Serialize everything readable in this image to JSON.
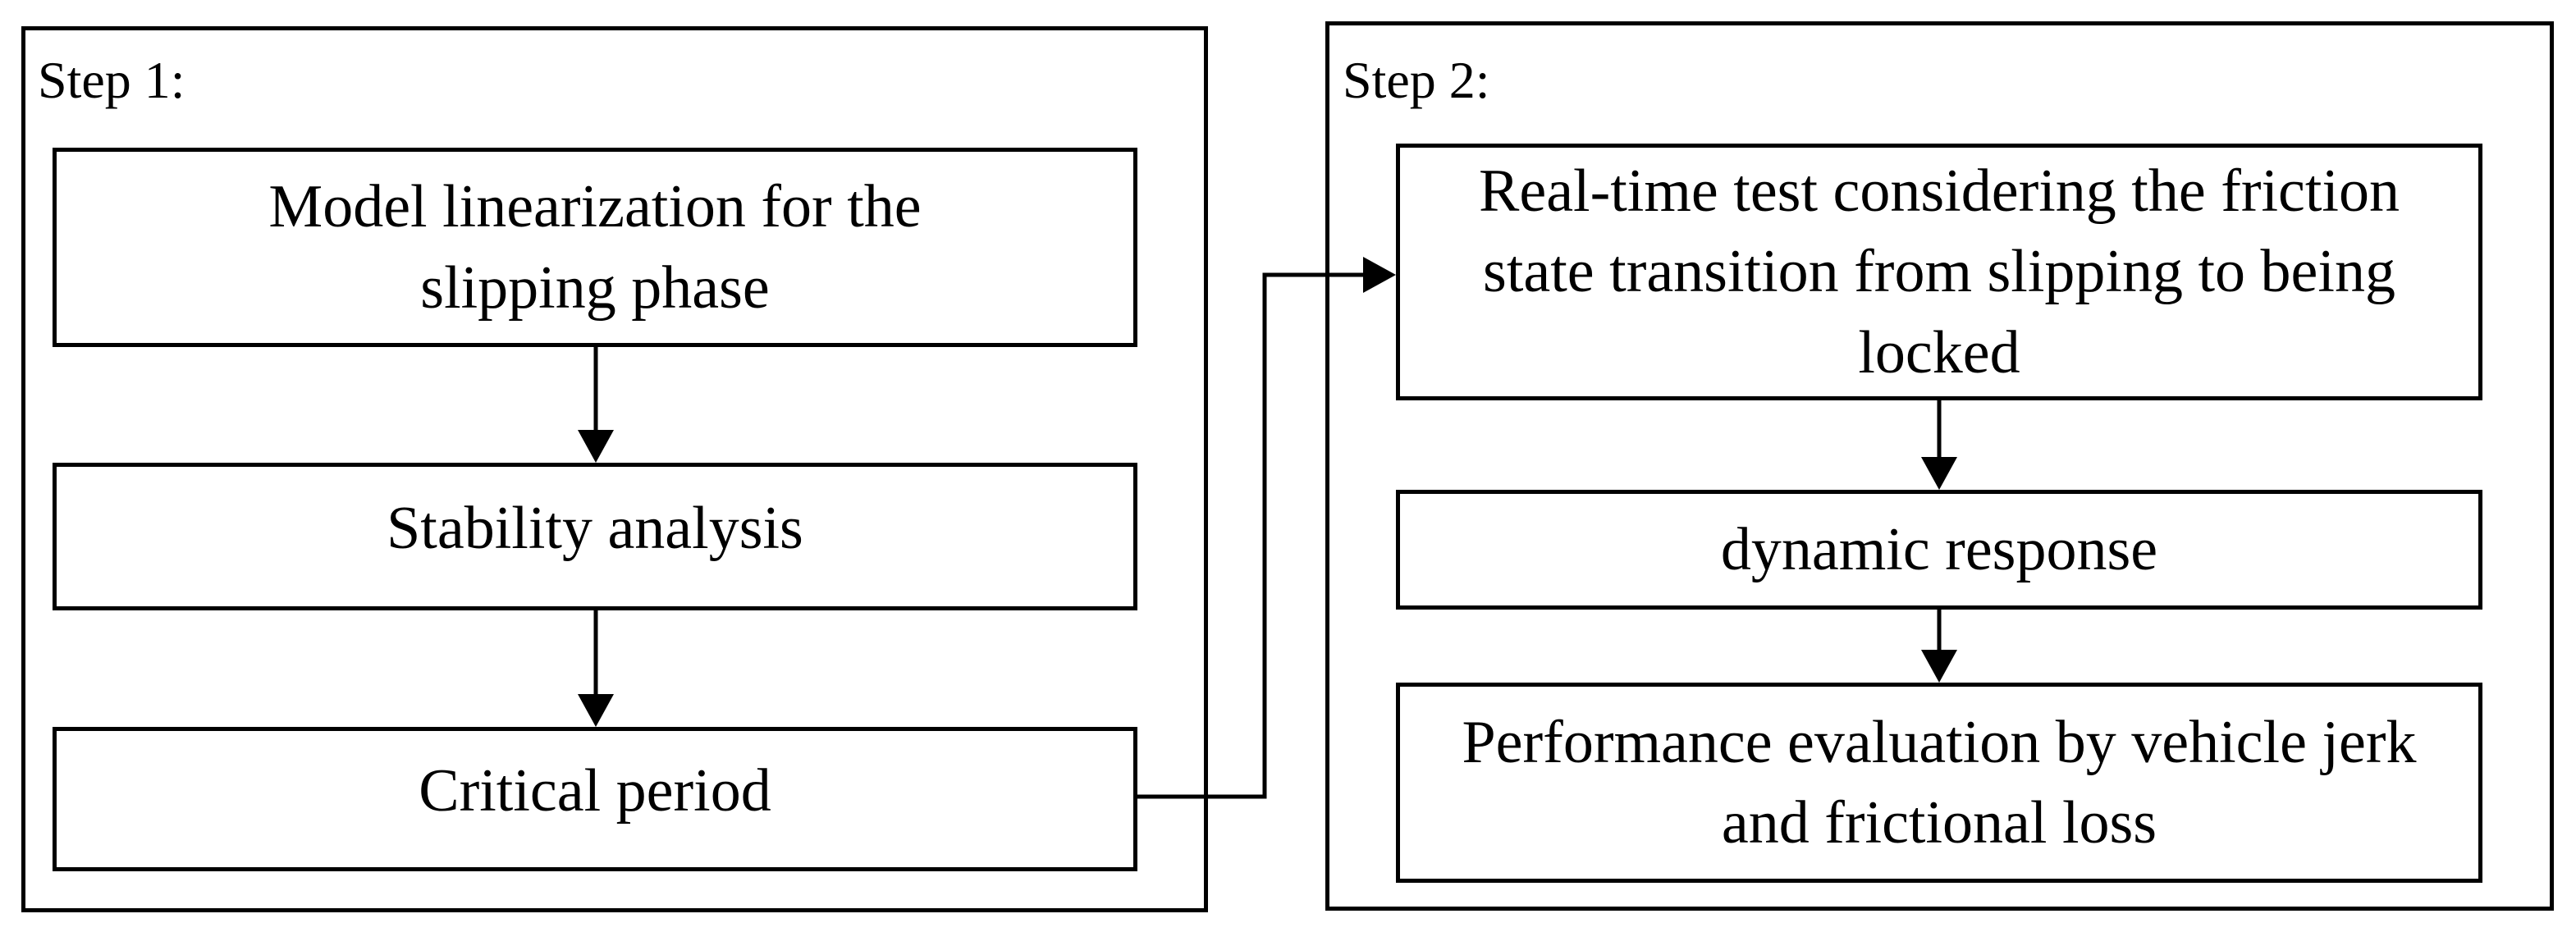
{
  "step1": {
    "label": "Step 1:",
    "nodes": [
      {
        "id": "linearization",
        "text": "Model linearization for the slipping phase"
      },
      {
        "id": "stability",
        "text": "Stability analysis"
      },
      {
        "id": "critical",
        "text": "Critical period"
      }
    ]
  },
  "step2": {
    "label": "Step 2:",
    "nodes": [
      {
        "id": "realtime",
        "text": "Real-time test considering the friction state transition from slipping to being locked"
      },
      {
        "id": "dynamic",
        "text": "dynamic response"
      },
      {
        "id": "performance",
        "text": "Performance evaluation by vehicle jerk and frictional loss"
      }
    ]
  },
  "edges": [
    {
      "from": "linearization",
      "to": "stability"
    },
    {
      "from": "stability",
      "to": "critical"
    },
    {
      "from": "critical",
      "to": "realtime"
    },
    {
      "from": "realtime",
      "to": "dynamic"
    },
    {
      "from": "dynamic",
      "to": "performance"
    }
  ]
}
